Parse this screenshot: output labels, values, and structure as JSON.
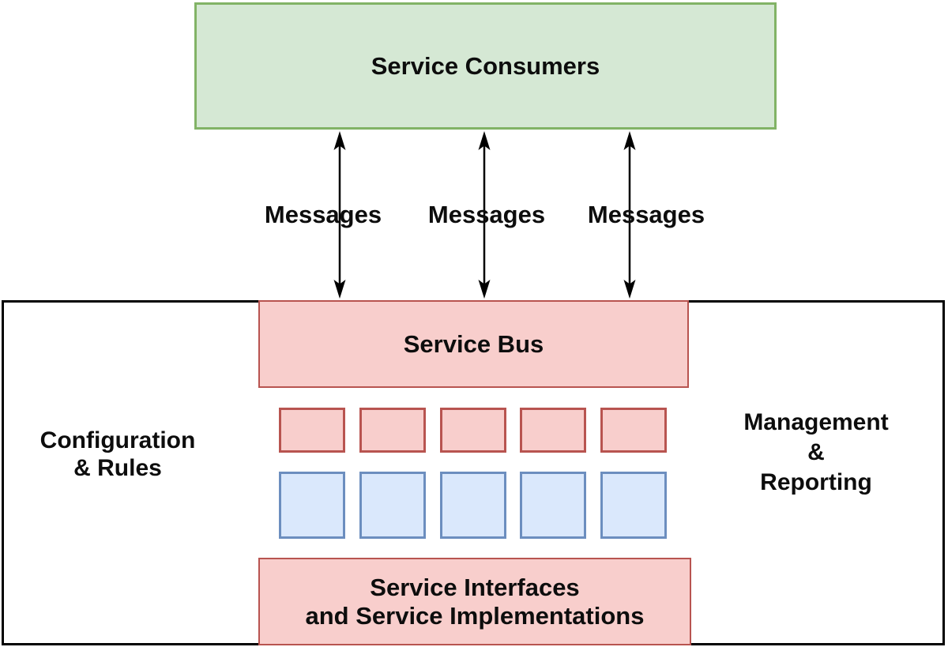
{
  "consumers_box": {
    "label": "Service Consumers"
  },
  "message_labels": [
    "Messages",
    "Messages",
    "Messages"
  ],
  "service_bus_box": {
    "label": "Service Bus"
  },
  "interfaces_box": {
    "line1": "Service Interfaces",
    "line2": "and Service Implementations"
  },
  "left_label": {
    "line1": "Configuration",
    "line2": "& Rules"
  },
  "right_label": {
    "line1": "Management",
    "line2": "&",
    "line3": "Reporting"
  },
  "adapter_rows": {
    "red_count": 5,
    "blue_count": 5
  },
  "colors": {
    "green_fill": "#d5e8d4",
    "green_border": "#82b366",
    "red_fill": "#f8cecc",
    "red_border": "#b85450",
    "blue_fill": "#dae8fc",
    "blue_border": "#6c8ebf",
    "outer_border": "#000000",
    "arrow": "#000000",
    "text": "#0d0d0d"
  }
}
